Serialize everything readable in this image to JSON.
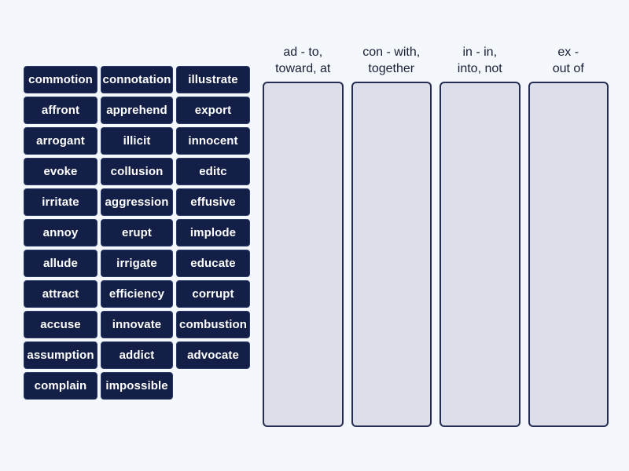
{
  "activity": {
    "type": "group-sort",
    "background_color": "#f4f7fb",
    "tile_color": "#141f47",
    "tile_text_color": "#ffffff",
    "dropzone_color": "#dcdfe9",
    "dropzone_border_color": "#262d52"
  },
  "tiles": [
    {
      "label": "commotion"
    },
    {
      "label": "connotation"
    },
    {
      "label": "illustrate"
    },
    {
      "label": "affront"
    },
    {
      "label": "apprehend"
    },
    {
      "label": "export"
    },
    {
      "label": "arrogant"
    },
    {
      "label": "illicit"
    },
    {
      "label": "innocent"
    },
    {
      "label": "evoke"
    },
    {
      "label": "collusion"
    },
    {
      "label": "editc"
    },
    {
      "label": "irritate"
    },
    {
      "label": "aggression"
    },
    {
      "label": "effusive"
    },
    {
      "label": "annoy"
    },
    {
      "label": "erupt"
    },
    {
      "label": "implode"
    },
    {
      "label": "allude"
    },
    {
      "label": "irrigate"
    },
    {
      "label": "educate"
    },
    {
      "label": "attract"
    },
    {
      "label": "efficiency"
    },
    {
      "label": "corrupt"
    },
    {
      "label": "accuse"
    },
    {
      "label": "innovate"
    },
    {
      "label": "combustion"
    },
    {
      "label": "assumption"
    },
    {
      "label": "addict"
    },
    {
      "label": "advocate"
    },
    {
      "label": "complain"
    },
    {
      "label": "impossible"
    }
  ],
  "categories": [
    {
      "title": "ad - to,\ntoward, at"
    },
    {
      "title": "con - with,\ntogether"
    },
    {
      "title": "in - in,\ninto, not"
    },
    {
      "title": "ex -\nout of"
    }
  ]
}
